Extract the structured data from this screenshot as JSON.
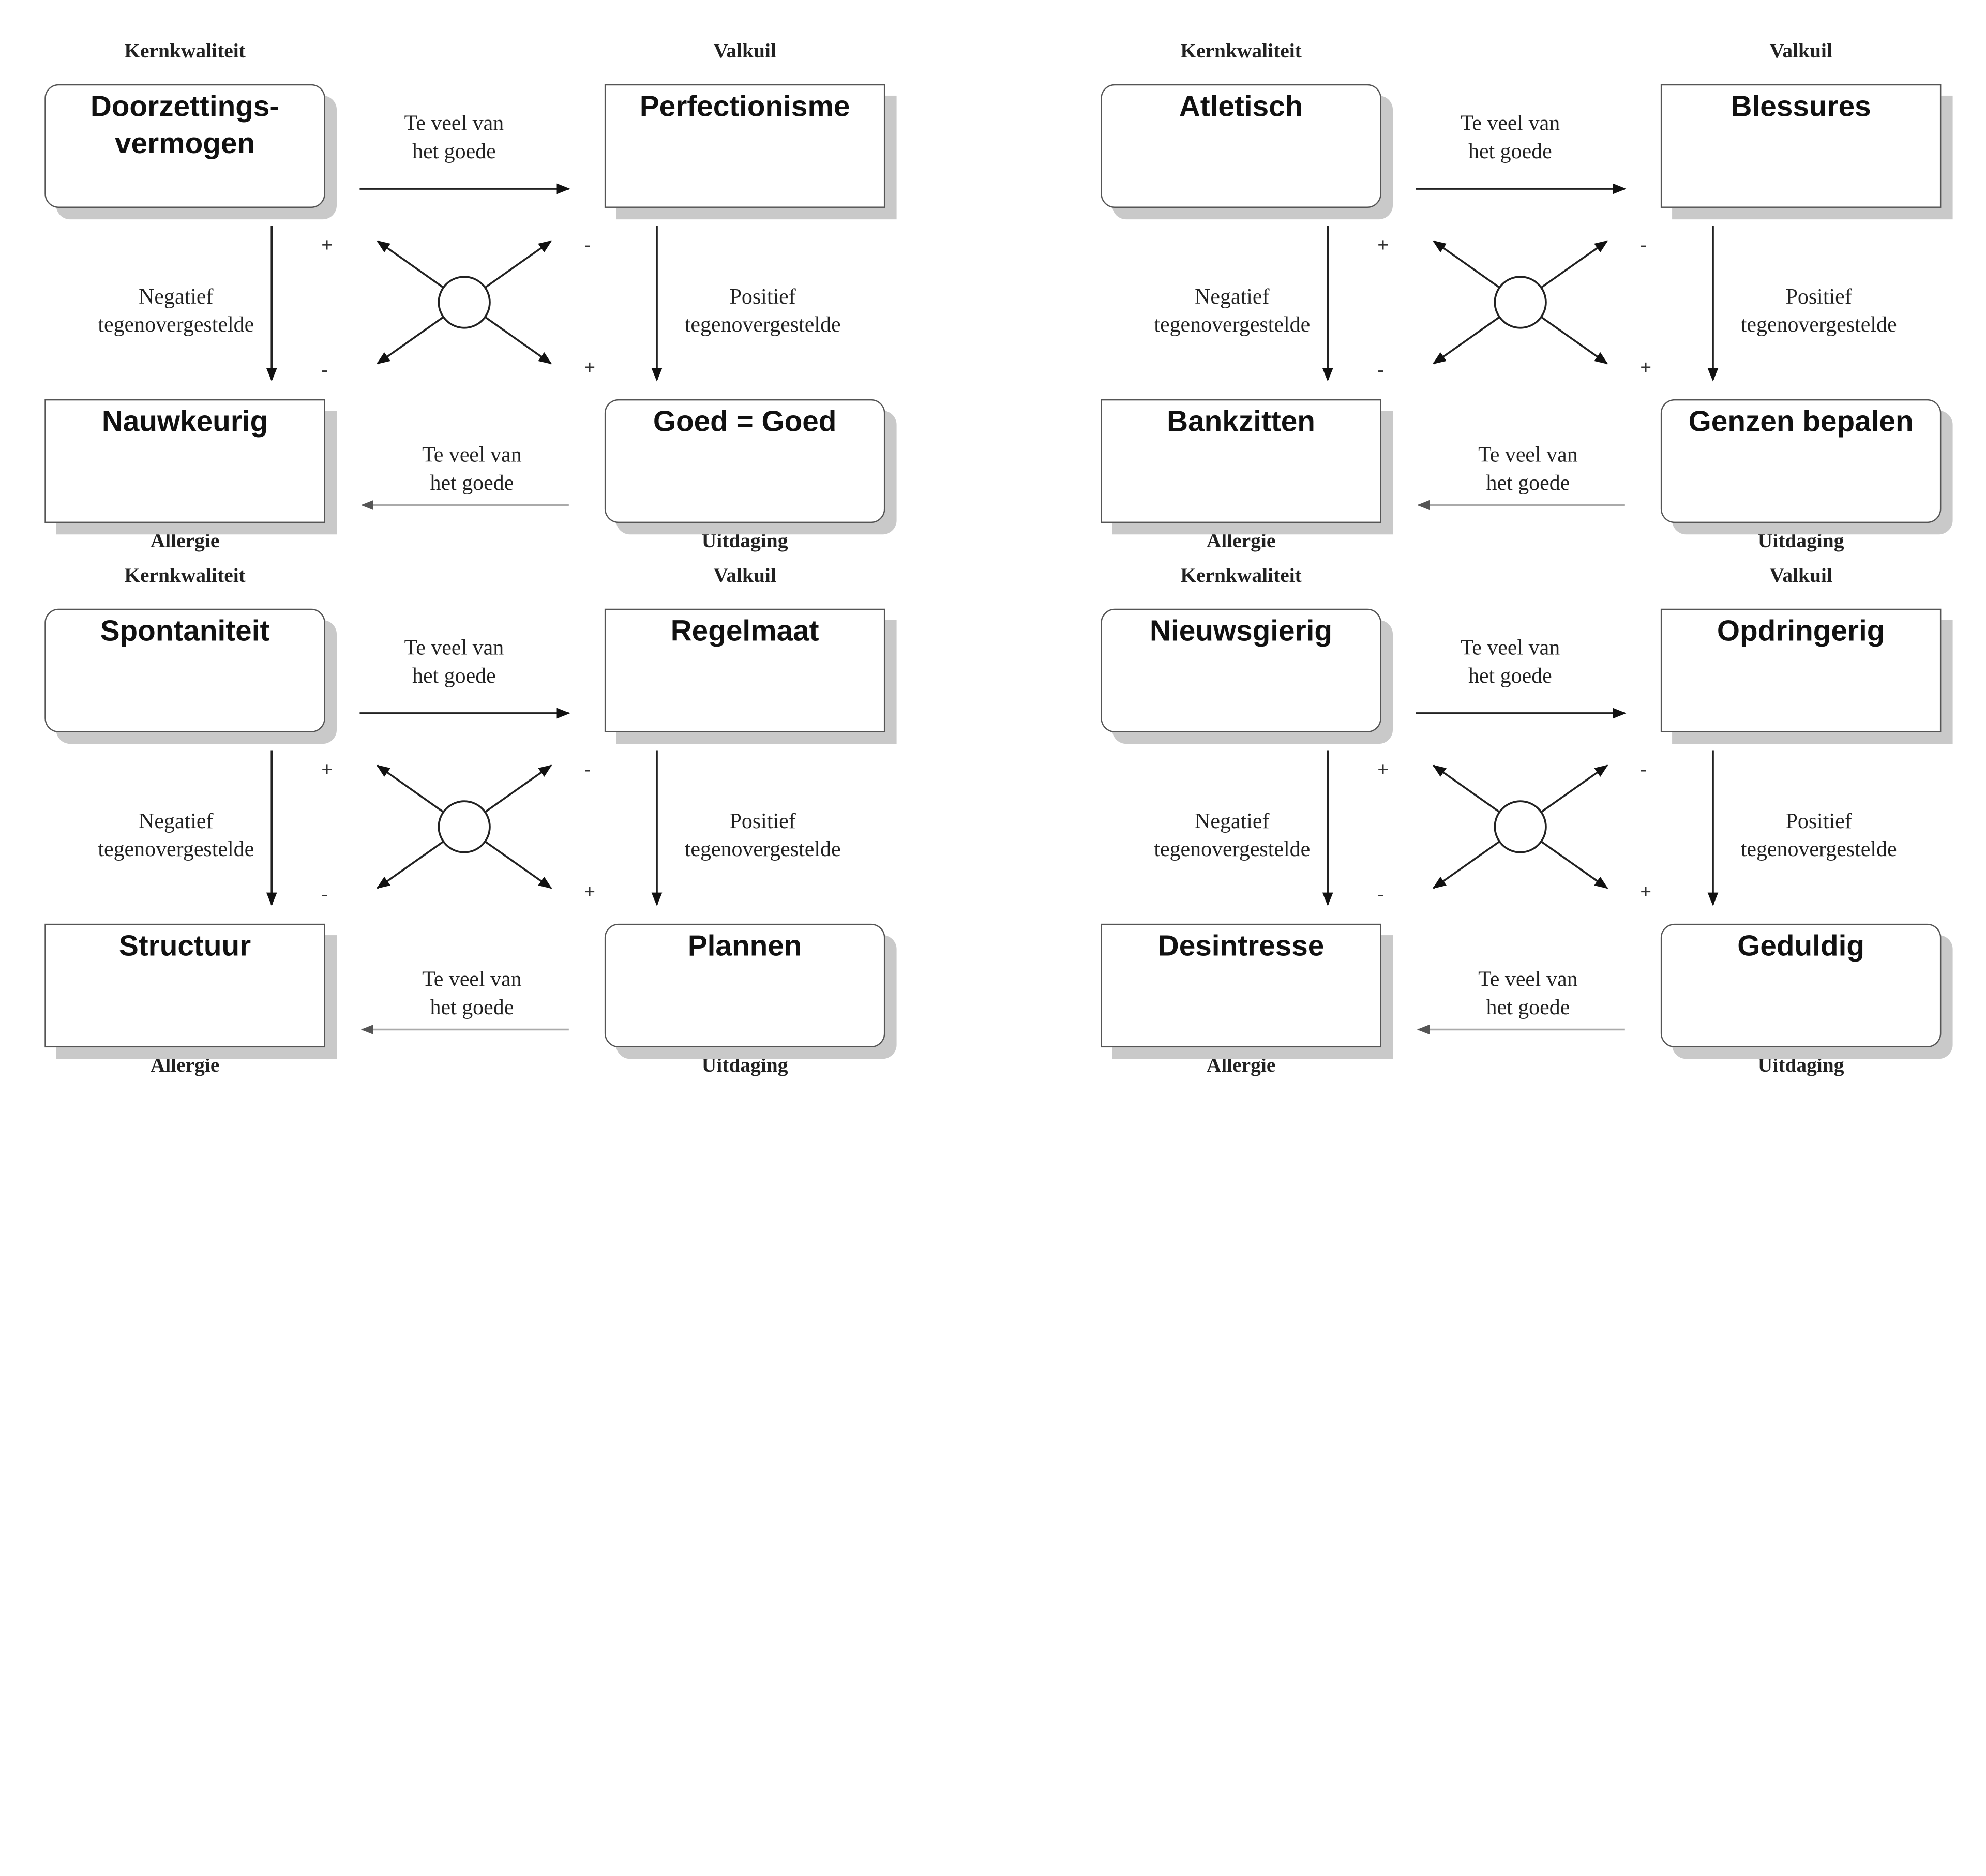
{
  "headers": {
    "kernkwaliteit": "Kernkwaliteit",
    "valkuil": "Valkuil",
    "allergie": "Allergie",
    "uitdaging": "Uitdaging"
  },
  "relations": {
    "te_veel_line1": "Te veel van",
    "te_veel_line2": "het goede",
    "negatief_line1": "Negatief",
    "negatief_line2": "tegenovergestelde",
    "positief_line1": "Positief",
    "positief_line2": "tegenovergestelde",
    "plus": "+",
    "minus": "-"
  },
  "quadrants": [
    {
      "kernkwaliteit_line1": "Doorzettings-",
      "kernkwaliteit_line2": "vermogen",
      "valkuil": "Perfectionisme",
      "allergie": "Nauwkeurig",
      "uitdaging": "Goed = Goed"
    },
    {
      "kernkwaliteit_line1": "Atletisch",
      "kernkwaliteit_line2": "",
      "valkuil": "Blessures",
      "allergie": "Bankzitten",
      "uitdaging": "Genzen bepalen"
    },
    {
      "kernkwaliteit_line1": "Spontaniteit",
      "kernkwaliteit_line2": "",
      "valkuil": "Regelmaat",
      "allergie": "Structuur",
      "uitdaging": "Plannen"
    },
    {
      "kernkwaliteit_line1": "Nieuwsgierig",
      "kernkwaliteit_line2": "",
      "valkuil": "Opdringerig",
      "allergie": "Desintresse",
      "uitdaging": "Geduldig"
    }
  ]
}
